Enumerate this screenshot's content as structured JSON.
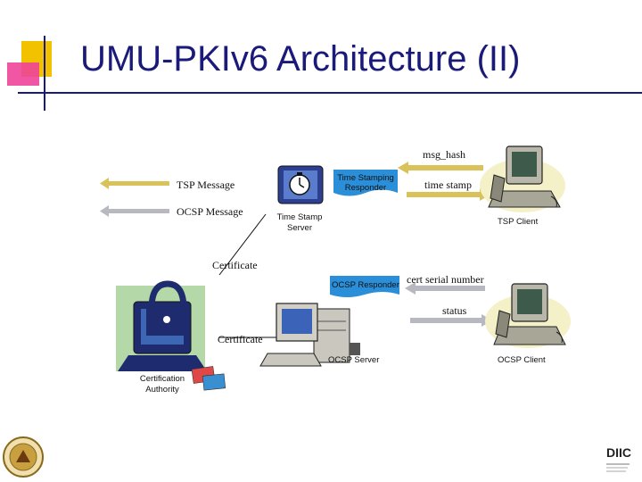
{
  "title": "UMU-PKIv6 Architecture (II)",
  "legend": {
    "tsp_message": "TSP Message",
    "ocsp_message": "OCSP Message"
  },
  "tsp": {
    "msg_hash": "msg_hash",
    "time_stamp": "time stamp",
    "responder_label": "Time Stamping Responder",
    "server_label": "Time Stamp Server",
    "client_label": "TSP Client"
  },
  "ocsp": {
    "responder_label": "OCSP Responder",
    "cert_serial": "cert serial number",
    "status": "status",
    "server_label": "OCSP Server",
    "client_label": "OCSP Client"
  },
  "ca": {
    "certificate_top": "Certificate",
    "certificate_bottom": "Certificate",
    "label": "Certification Authority"
  },
  "colors": {
    "title": "#1a1a7a",
    "tsp_arrow": "#d9c25a",
    "ocsp_arrow": "#b8b8c0",
    "responder_box": "#2a8fd8",
    "deco_yellow": "#f2c200",
    "deco_pink": "#ee4499",
    "deco_line": "#1a1a7a"
  },
  "icons": [
    "stopwatch-icon",
    "computer-icon",
    "padlock-icon",
    "certificate-cards-icon",
    "seal-logo",
    "diic-logo"
  ]
}
